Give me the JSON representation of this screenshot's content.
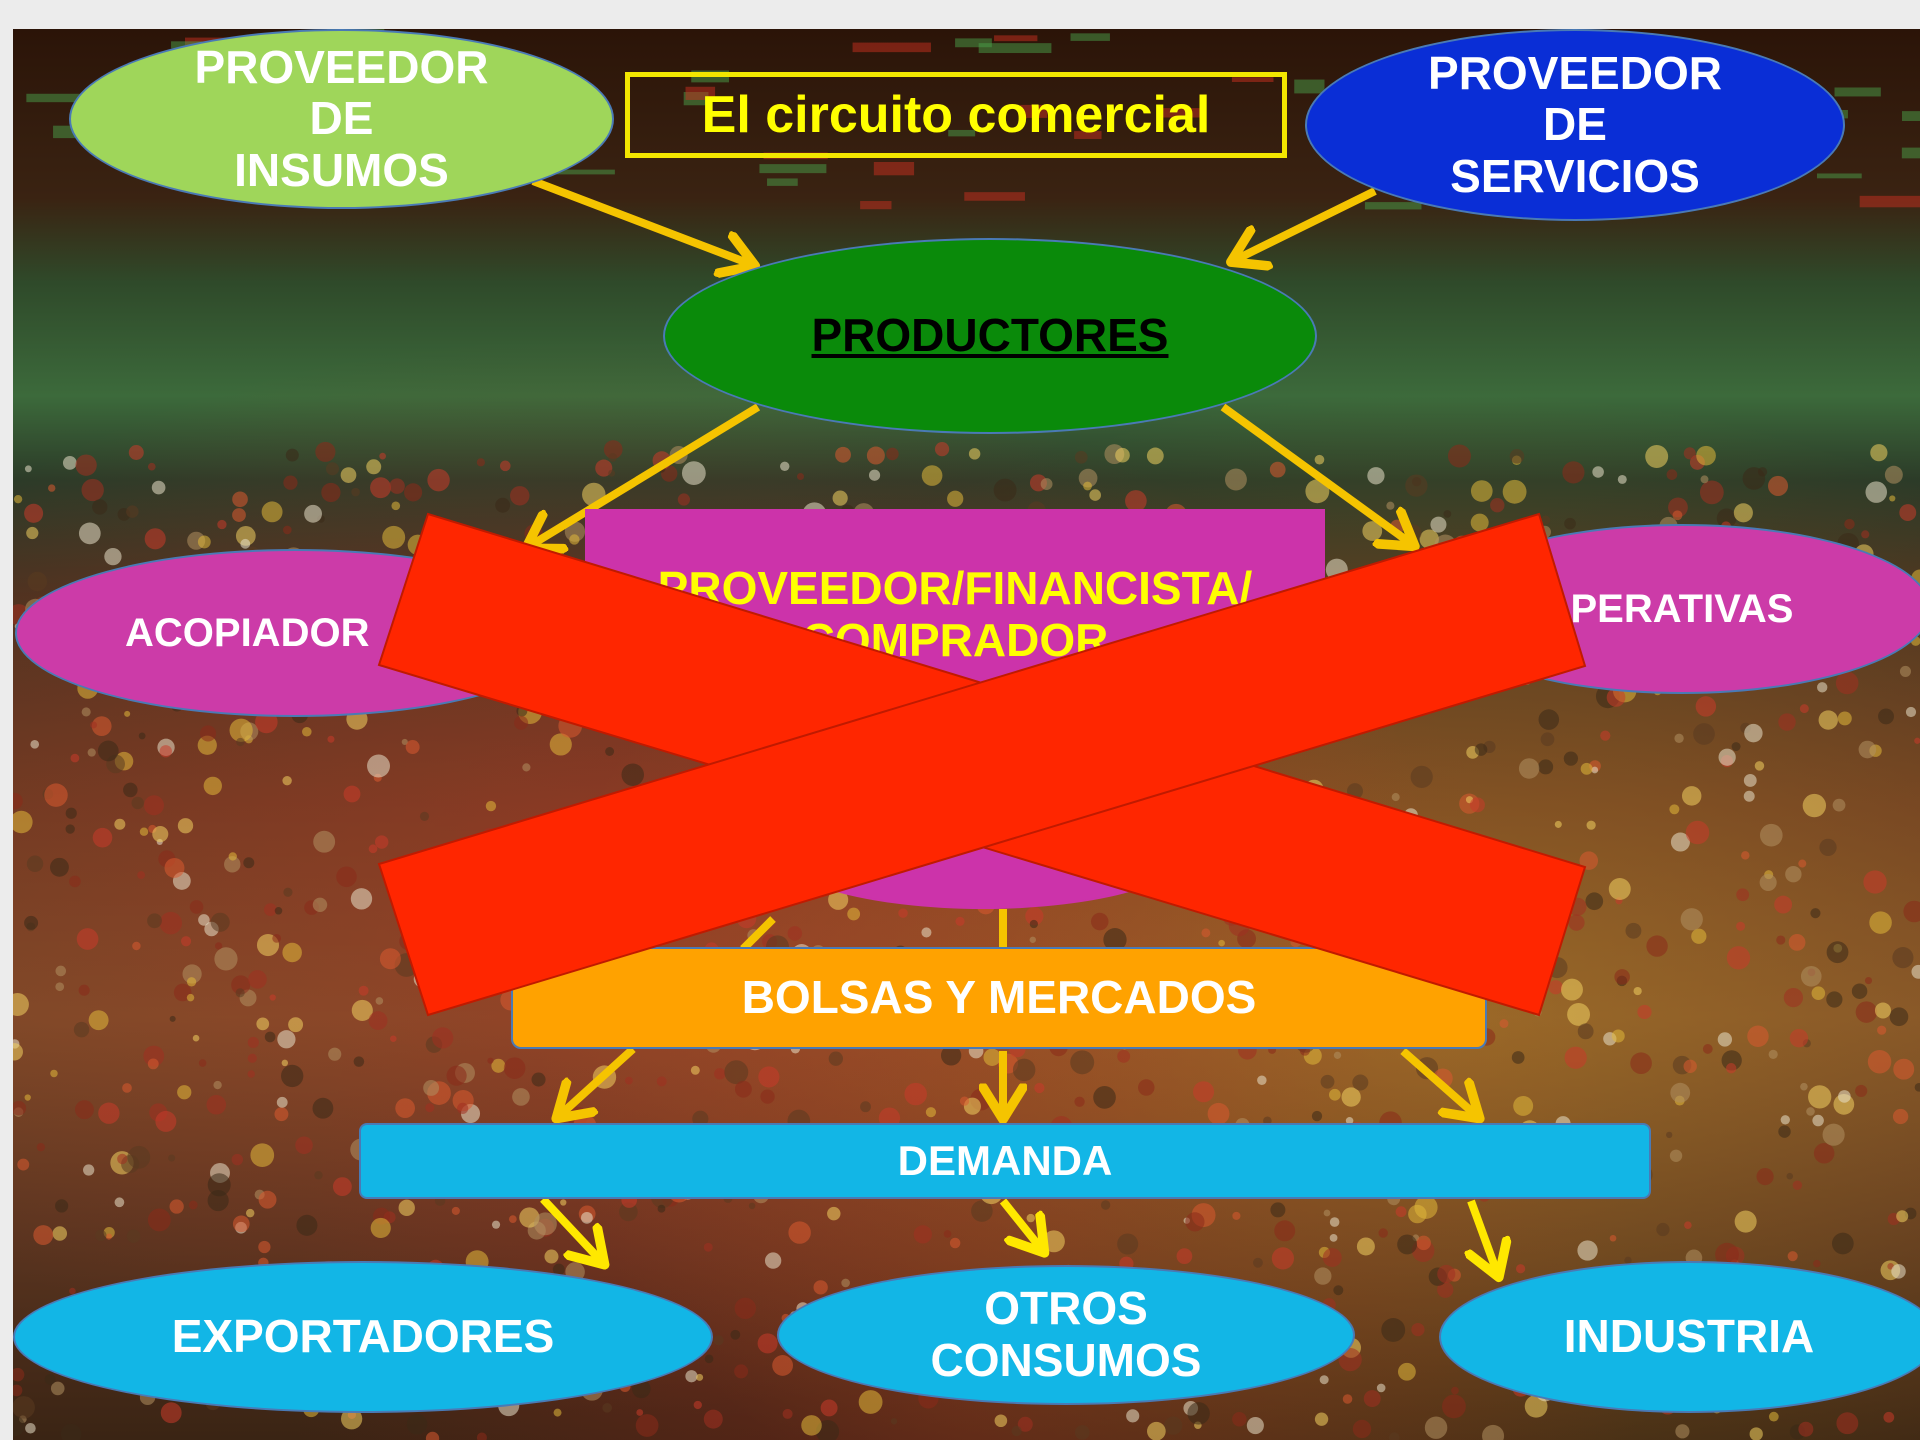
{
  "title": "El circuito comercial",
  "colors": {
    "arrow": "#f5c400",
    "arrow_bottom": "#ffe800",
    "cross": "#ff2600",
    "insumos": "#9fd65a",
    "servicios": "#0a2ed6",
    "productores": "#0a8a0a",
    "acopiadores": "#cc3ba8",
    "financista": "#cc33aa",
    "bolsas": "#ffa200",
    "demanda": "#12b6e6"
  },
  "nodes": {
    "proveedor_insumos": "PROVEEDOR\nDE\nINSUMOS",
    "proveedor_servicios": "PROVEEDOR\nDE\nSERVICIOS",
    "productores": "PRODUCTORES",
    "acopiadores": "ACOPIADOR",
    "cooperativas": "PERATIVAS",
    "financista": "PROVEEDOR/FINANCISTA/\nCOMPRADOR",
    "bolsas": "BOLSAS Y MERCADOS",
    "demanda": "DEMANDA",
    "exportadores": "EXPORTADORES",
    "otros_consumos": "OTROS\nCONSUMOS",
    "industria": "INDUSTRIA"
  }
}
